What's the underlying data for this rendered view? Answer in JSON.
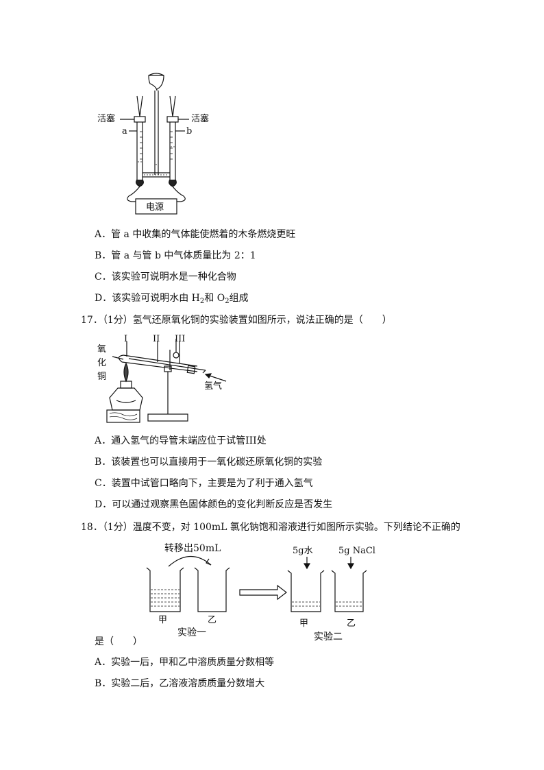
{
  "q16": {
    "figure": {
      "stopcock_left": "活塞",
      "stopcock_right": "活塞",
      "tube_a": "a",
      "tube_b": "b",
      "power": "电源"
    },
    "options": [
      "A．管 a 中收集的气体能使燃着的木条燃烧更旺",
      "B．管 a 与管 b 中气体质量比为 2：1",
      "C．该实验可说明水是一种化合物"
    ],
    "option_d": {
      "prefix": "D．该实验可说明水由 H",
      "sub1": "2",
      "mid": "和 O",
      "sub2": "2",
      "suffix": "组成"
    }
  },
  "q17": {
    "stem": "17．（1分）氢气还原氧化铜的实验装置如图所示，说法正确的是（　　）",
    "figure": {
      "label_I": "I",
      "label_II": "II",
      "label_III": "III",
      "copper_oxide_1": "氧",
      "copper_oxide_2": "化",
      "copper_oxide_3": "铜",
      "hydrogen": "氢气"
    },
    "options": [
      "A．通入氢气的导管末端应位于试管III处",
      "B．该装置也可以直接用于一氧化碳还原氧化铜的实验",
      "C．装置中试管口略向下，主要是为了利于通入氢气",
      "D．可以通过观察黑色固体颜色的变化判断反应是否发生"
    ]
  },
  "q18": {
    "stem": "18．（1分）温度不变，对 100mL 氯化钠饱和溶液进行如图所示实验。下列结论不正确的",
    "stem_end": "是（　　）",
    "figure": {
      "transfer": "转移出50mL",
      "jia1": "甲",
      "yi1": "乙",
      "exp1": "实验一",
      "water": "5g水",
      "nacl": "5g NaCl",
      "jia2": "甲",
      "yi2": "乙",
      "exp2": "实验二"
    },
    "options": [
      "A．实验一后，甲和乙中溶质质量分数相等",
      "B．实验二后，乙溶液溶质质量分数增大"
    ]
  }
}
